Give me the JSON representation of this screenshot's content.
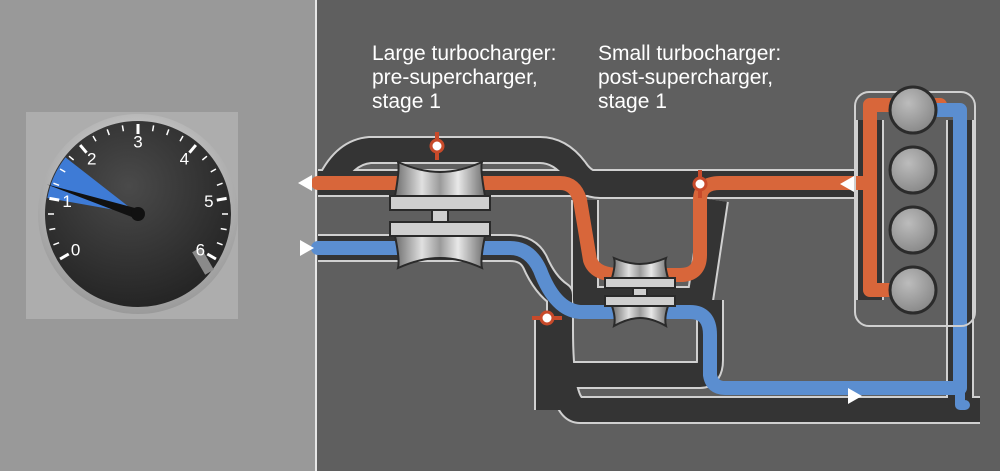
{
  "gauge": {
    "ticks": [
      "0",
      "1",
      "2",
      "3",
      "4",
      "5",
      "6"
    ],
    "needle_value": 1.2,
    "zone_range": [
      1,
      1.7
    ]
  },
  "labels": {
    "large_turbo": [
      "Large turbocharger:",
      "pre-supercharger,",
      "stage 1"
    ],
    "small_turbo": [
      "Small turbocharger:",
      "post-supercharger,",
      "stage 1"
    ]
  },
  "colors": {
    "exhaust": "#d8663a",
    "intake": "#5b8ed0",
    "duct": "#3a3a3a",
    "valve": "#c84a2a",
    "zone": "#3e7bd6"
  },
  "icons": {
    "arrow": "white-triangle-arrow-icon",
    "valve": "bypass-valve-icon",
    "cylinder": "engine-cylinder-icon"
  }
}
